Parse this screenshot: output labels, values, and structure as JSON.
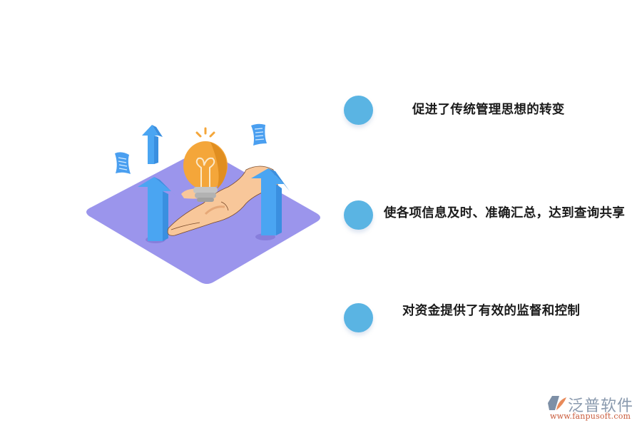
{
  "points": [
    {
      "text": "促进了传统管理思想的转变"
    },
    {
      "text": "使各项信息及时、准确汇总，达到查询共享"
    },
    {
      "text": "对资金提供了有效的监督和控制"
    }
  ],
  "logo": {
    "name": "泛普软件",
    "url": "www.fanpusoft.com"
  },
  "colors": {
    "dot": "#5ab4e3",
    "platform": "#9b95ec",
    "arrow": "#4aa5f2",
    "bulb": "#f4a63a",
    "hand": "#f8c79a"
  },
  "illustration": {
    "icons": [
      "platform-diamond",
      "lightbulb-icon",
      "hand-icon",
      "up-arrow-icon",
      "document-icon"
    ]
  }
}
